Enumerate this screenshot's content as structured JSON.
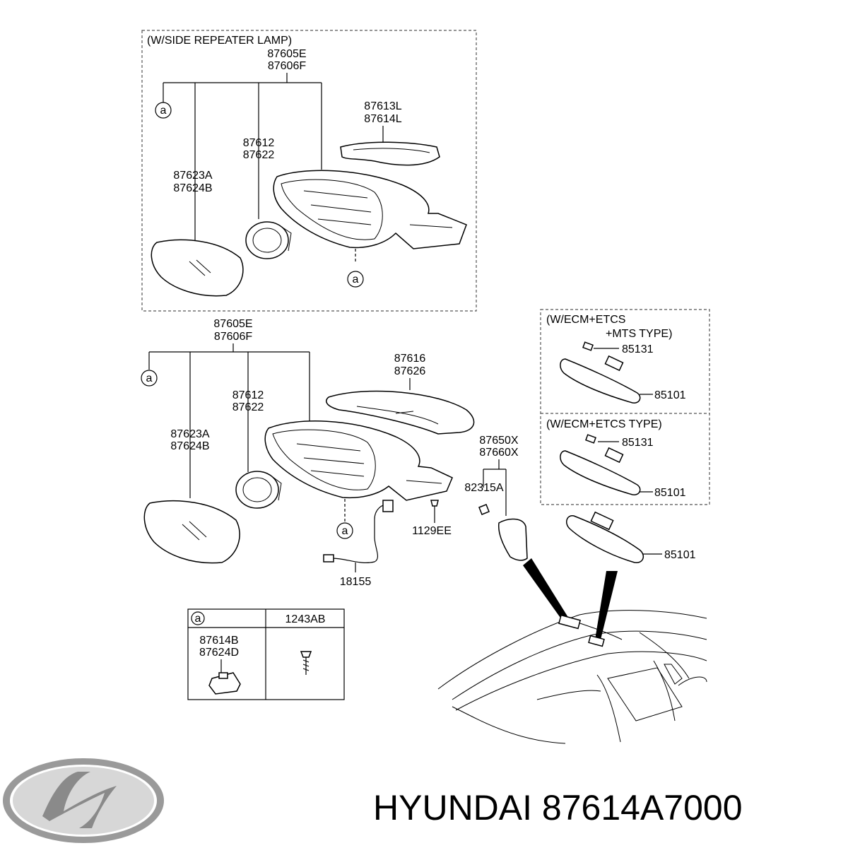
{
  "groups": {
    "top_box_title": "(W/SIDE REPEATER LAMP)",
    "ecm_mts_title_1": "(W/ECM+ETCS",
    "ecm_mts_title_2": "+MTS TYPE)",
    "ecm_title": "(W/ECM+ETCS TYPE)"
  },
  "callouts": {
    "top_assembly_1": "87605E",
    "top_assembly_2": "87606F",
    "top_cover_1": "87613L",
    "top_cover_2": "87614L",
    "top_actuator_1": "87612",
    "top_actuator_2": "87622",
    "top_glass_1": "87623A",
    "top_glass_2": "87624B",
    "mid_assembly_1": "87605E",
    "mid_assembly_2": "87606F",
    "mid_cover_1": "87616",
    "mid_cover_2": "87626",
    "mid_actuator_1": "87612",
    "mid_actuator_2": "87622",
    "mid_glass_1": "87623A",
    "mid_glass_2": "87624B",
    "cover_trim_1": "87650X",
    "cover_trim_2": "87660X",
    "clip": "82315A",
    "screw": "1129EE",
    "harness": "18155",
    "ecm_mts_sensor": "85131",
    "ecm_mts_mirror": "85101",
    "ecm_sensor": "85131",
    "ecm_mirror": "85101",
    "base_mirror": "85101"
  },
  "ref_marker": "a",
  "table": {
    "header_ref": "a",
    "header_screw": "1243AB",
    "part_1": "87614B",
    "part_2": "87624D"
  },
  "brand": {
    "logo": "hyundai-logo",
    "caption": "HYUNDAI 87614A7000"
  }
}
